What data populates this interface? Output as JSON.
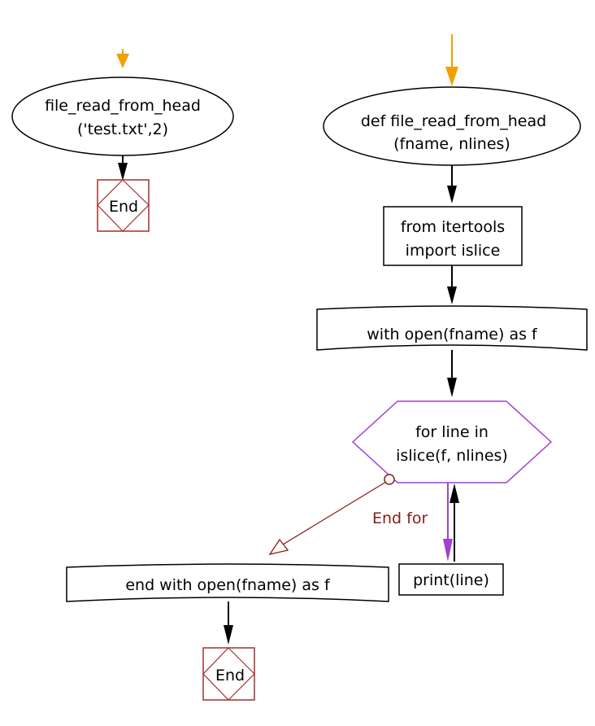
{
  "left": {
    "call_line1": "file_read_from_head",
    "call_line2": "('test.txt',2)",
    "end_label": "End"
  },
  "right": {
    "def_line1": "def file_read_from_head",
    "def_line2": "(fname, nlines)",
    "import_line1": "from itertools",
    "import_line2": "import islice",
    "with_label": "with open(fname) as f",
    "for_line1": "for line in",
    "for_line2": "islice(f, nlines)",
    "end_for_label": "End for",
    "print_label": "print(line)",
    "end_with_label": "end with open(fname) as f",
    "end_label": "End"
  },
  "colors": {
    "start_arrow": "#f0a000",
    "loop": "#a040d0",
    "end_box": "#a03030",
    "end_for_text": "#8b1a1a"
  }
}
